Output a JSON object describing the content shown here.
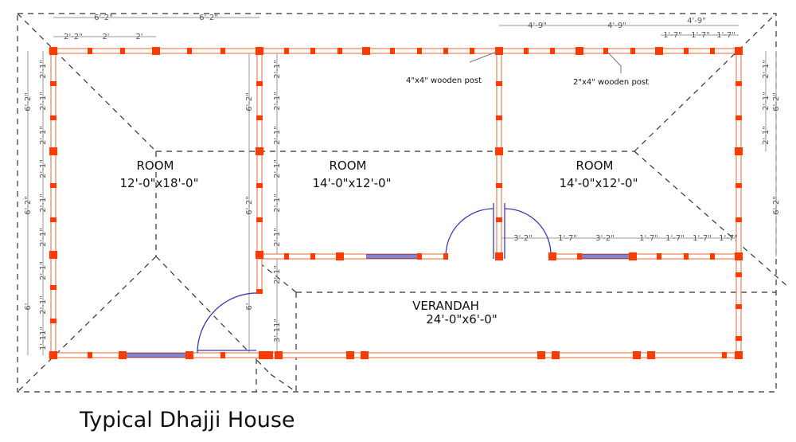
{
  "title": "Typical Dhajji House",
  "colors": {
    "wall": "#e8825a",
    "post": "#ff3b00",
    "door": "#3b3bb0",
    "roof": "#333333",
    "dim": "#999999"
  },
  "rooms": [
    {
      "name": "ROOM",
      "size": "12'-0\"x18'-0\""
    },
    {
      "name": "ROOM",
      "size": "14'-0\"x12'-0\""
    },
    {
      "name": "ROOM",
      "size": "14'-0\"x12'-0\""
    },
    {
      "name": "VERANDAH",
      "size": "24'-0\"x6'-0\""
    }
  ],
  "notes": {
    "post_4x4": "4\"x4\" wooden post",
    "post_2x4": "2\"x4\" wooden post"
  },
  "dims": {
    "top_left": [
      "6'-2\"",
      "6'-2\"",
      "2'-2\"",
      "2'",
      "2'"
    ],
    "top_right": [
      "4'-9\"",
      "4'-9\"",
      "4'-9\"",
      "1'-7\"",
      "1'-7\"",
      "1'-7\""
    ],
    "room3_bottom": [
      "3'-2\"",
      "1'-7\"",
      "3'-2\"",
      "1'-7\"",
      "1'-7\"",
      "1'-7\"",
      "1'-7\""
    ],
    "left_outer": [
      "6'-2\"",
      "6'-2\"",
      "6'"
    ],
    "left_inner": [
      "2'-1\"",
      "2'-1\"",
      "2'-1\"",
      "2'-1\"",
      "2'-1\"",
      "2'-1\"",
      "2'-1\"",
      "2'-1\"",
      "1'-11\""
    ],
    "mid_outer": [
      "6'-2\"",
      "6'-2\"",
      "6'"
    ],
    "mid_inner": [
      "2'-1\"",
      "2'-1\"",
      "2'-1\"",
      "2'-1\"",
      "2'-1\"",
      "2'-1\"",
      "2'-1\"",
      "3'-11\""
    ],
    "right_inner": [
      "2'-1\"",
      "2'-1\"",
      "2'-1\""
    ],
    "right_outer": [
      "6'-2\"",
      "6'-2\""
    ]
  }
}
